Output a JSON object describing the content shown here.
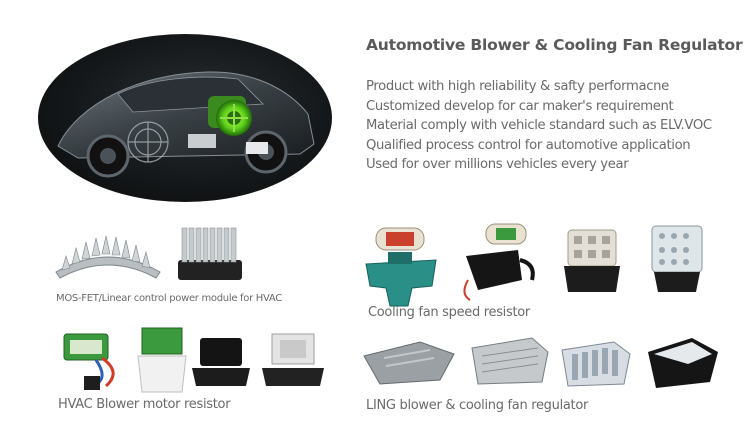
{
  "header": {
    "title": "Automotive Blower & Cooling Fan Regulator"
  },
  "features": [
    "Product with high reliability & safty performacne",
    "Customized develop for car maker's requirement",
    "Material comply with vehicle standard such as ELV.VOC",
    "Qualified process control for automotive application",
    "Used for over millions vehicles every year"
  ],
  "categories": {
    "power_module": "MOS-FET/Linear control power module for HVAC",
    "cooling_fan": "Cooling fan speed resistor",
    "hvac_blower": "HVAC Blower motor resistor",
    "ling_blower": "LING blower & cooling fan regulator"
  },
  "colors": {
    "heading": "#5a5a5a",
    "body_text": "#6a6a6a",
    "pcb_green": "#3c9a3e",
    "teal_housing": "#2a8f86"
  },
  "icons": {
    "hero": "car-cutaway-illustration",
    "products": [
      "heatsink-module-fins",
      "heatsink-module-block",
      "teal-cooling-fan-resistor",
      "black-cooling-fan-resistor",
      "ceramic-resistor-black-base",
      "ceramic-resistor-cage",
      "hvac-resistor-with-harness",
      "hvac-resistor-with-connector",
      "black-resistor-block",
      "resistor-on-dark-heatsink",
      "grey-blower-regulator",
      "silver-finned-regulator",
      "blue-finned-regulator",
      "black-box-regulator"
    ]
  }
}
